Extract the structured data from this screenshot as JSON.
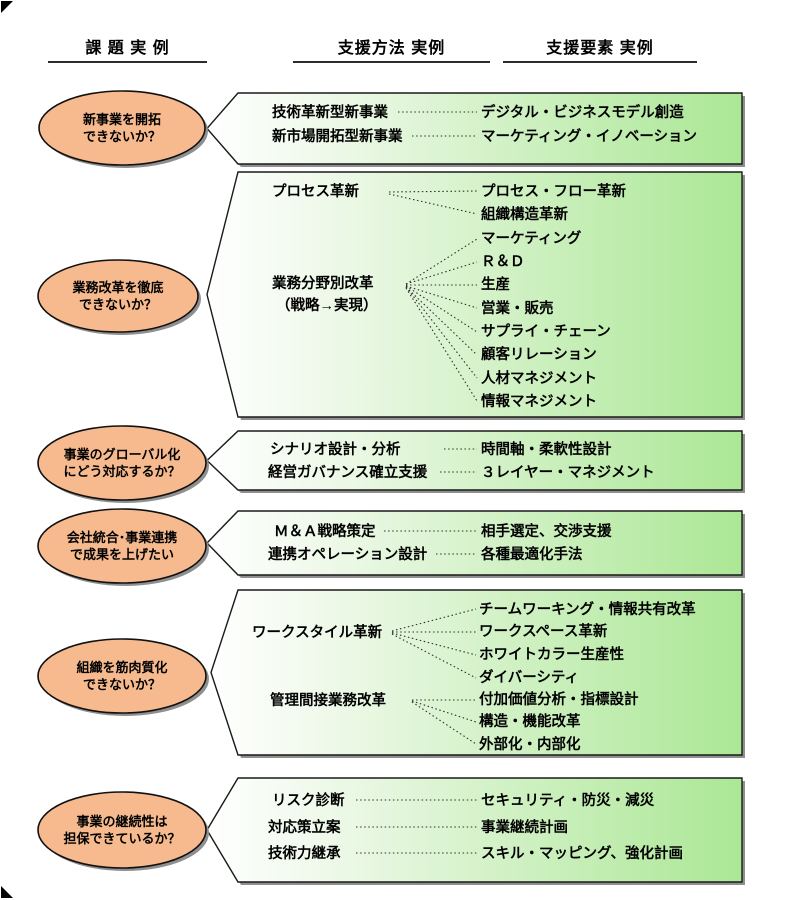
{
  "title": "課題・支援方法・支援要素の対応図",
  "colors": {
    "box_green": "#abe795",
    "box_white": "#ffffff",
    "issue_ellipse_fill": "#f6ba8e",
    "shadow": "#8f8f8f",
    "line": "#2e2e2e"
  },
  "headers": [
    "課 題 実 例",
    "支援方法 実例",
    "支援要素 実例"
  ],
  "blocks": [
    {
      "issue": [
        "新事業を開拓",
        "できないか？"
      ],
      "methods": [
        "技術革新型新事業",
        "新市場開拓型新事業"
      ],
      "elements": [
        "デジタル・ビジネスモデル創造",
        "マーケティング・イノベーション"
      ]
    },
    {
      "issue": [
        "業務改革を徹底",
        "できないか？"
      ],
      "methods": [
        "プロセス革新",
        "業務分野別改革",
        "（戦略→実現）"
      ],
      "elements": [
        "プロセス・フロー革新",
        "組織構造革新",
        "マーケティング",
        "Ｒ＆Ｄ",
        "生産",
        "営業・販売",
        "サプライ・チェーン",
        "顧客リレーション",
        "人材マネジメント",
        "情報マネジメント"
      ]
    },
    {
      "issue": [
        "事業のグローバル化",
        "にどう対応するか？"
      ],
      "methods": [
        "シナリオ設計・分析",
        "経営ガバナンス確立支援"
      ],
      "elements": [
        "時間軸・柔軟性設計",
        "３レイヤー・マネジメント"
      ]
    },
    {
      "issue": [
        "会社統合･事業連携",
        "で成果を上げたい"
      ],
      "methods": [
        "Ｍ＆Ａ戦略策定",
        "連携オペレーション設計"
      ],
      "elements": [
        "相手選定、交渉支援",
        "各種最適化手法"
      ]
    },
    {
      "issue": [
        "組織を筋肉質化",
        "できないか？"
      ],
      "methods": [
        "ワークスタイル革新",
        "管理間接業務改革"
      ],
      "elements": [
        "チームワーキング・情報共有改革",
        "ワークスペース革新",
        "ホワイトカラー生産性",
        "ダイバーシティ",
        "付加価値分析・指標設計",
        "構造・機能改革",
        "外部化・内部化"
      ]
    },
    {
      "issue": [
        "事業の継続性は",
        "担保できているか？"
      ],
      "methods": [
        "リスク診断",
        "対応策立案",
        "技術力継承"
      ],
      "elements": [
        "セキュリティ・防災・減災",
        "事業継続計画",
        "スキル・マッピング、強化計画"
      ]
    }
  ]
}
